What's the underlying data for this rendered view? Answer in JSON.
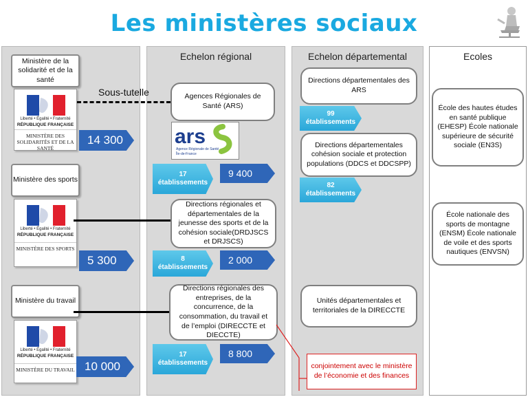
{
  "title": "Les ministères sociaux",
  "columns": {
    "regional": "Echelon régional",
    "departemental": "Echelon départemental",
    "ecoles": "Ecoles"
  },
  "sous_tutelle": "Sous-tutelle",
  "ministries": [
    {
      "label": "Ministère de la solidarité et de la santé",
      "logo_line1": "Liberté • Égalité • Fraternité",
      "logo_line2": "RÉPUBLIQUE FRANÇAISE",
      "logo_name": "MINISTÈRE DES SOLIDARITÉS ET DE LA SANTÉ",
      "count": "14 300"
    },
    {
      "label": "Ministère des sports",
      "logo_line1": "Liberté • Égalité • Fraternité",
      "logo_line2": "RÉPUBLIQUE FRANÇAISE",
      "logo_name": "MINISTÈRE DES SPORTS",
      "count": "5 300"
    },
    {
      "label": "Ministère du travail",
      "logo_line1": "Liberté • Égalité • Fraternité",
      "logo_line2": "RÉPUBLIQUE FRANÇAISE",
      "logo_name": "MINISTÈRE DU TRAVAIL",
      "count": "10 000"
    }
  ],
  "regional": [
    {
      "label": "Agences Régionales de Santé (ARS)",
      "etab_count": "17",
      "etab_label": "établissements",
      "staff": "9 400"
    },
    {
      "label": "Directions régionales et départementales de la jeunesse des sports et de la cohésion sociale(DRDJSCS et DRJSCS)",
      "etab_count": "8",
      "etab_label": "établissements",
      "staff": "2 000"
    },
    {
      "label": "Directions régionales des entreprises, de la concurrence, de la consommation, du travail et de l’emploi (DIRECCTE et DIECCTE)",
      "etab_count": "17",
      "etab_label": "établissements",
      "staff": "8 800"
    }
  ],
  "ars_logo": {
    "text": "ars",
    "sub1": "Agence Régionale de Santé",
    "sub2": "Île-de-France"
  },
  "departemental": [
    {
      "label": "Directions départementales des ARS",
      "etab_count": "99",
      "etab_label": "établissements"
    },
    {
      "label": "Directions départementales cohésion sociale et protection populations (DDCS et DDCSPP)",
      "etab_count": "82",
      "etab_label": "établissements"
    },
    {
      "label": "Unités départementales et territoriales de la DIRECCTE"
    }
  ],
  "red_note": "conjointement avec le ministère de l’économie et des finances",
  "ecoles": [
    "École des hautes études en santé publique (EHESP) École nationale supérieure de sécurité sociale (EN3S)",
    "École nationale des sports de montagne (ENSM) École nationale de voile et des sports nautiques (ENVSN)"
  ],
  "colors": {
    "title": "#1aa9e0",
    "dark_arrow": "#2f66b8",
    "light_arrow": "#2aa7d9",
    "note": "#c00000"
  }
}
